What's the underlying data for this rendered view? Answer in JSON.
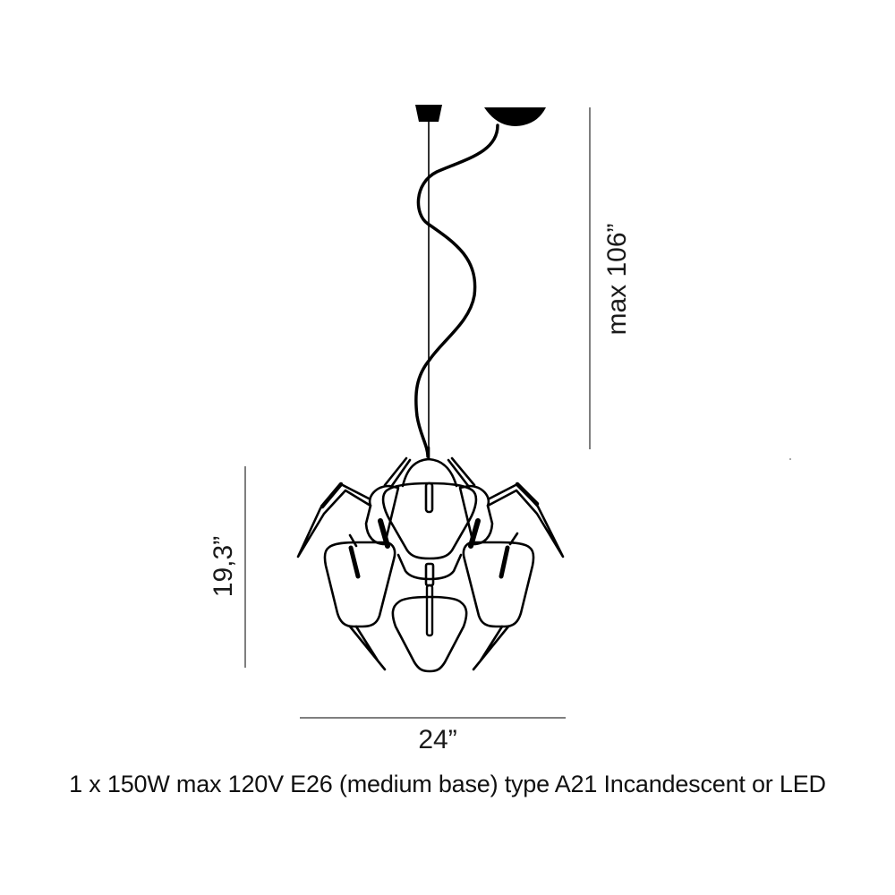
{
  "drawing": {
    "title": "Pendant lamp dimension drawing",
    "stroke_color": "#000000",
    "dimension_line_color": "#555555",
    "background": "#ffffff"
  },
  "dimensions": {
    "overall_height": "max 106”",
    "body_height": "19,3”",
    "width": "24”"
  },
  "spec": {
    "text": "1 x 150W max 120V E26 (medium base) type A21 Incandescent or LED"
  }
}
